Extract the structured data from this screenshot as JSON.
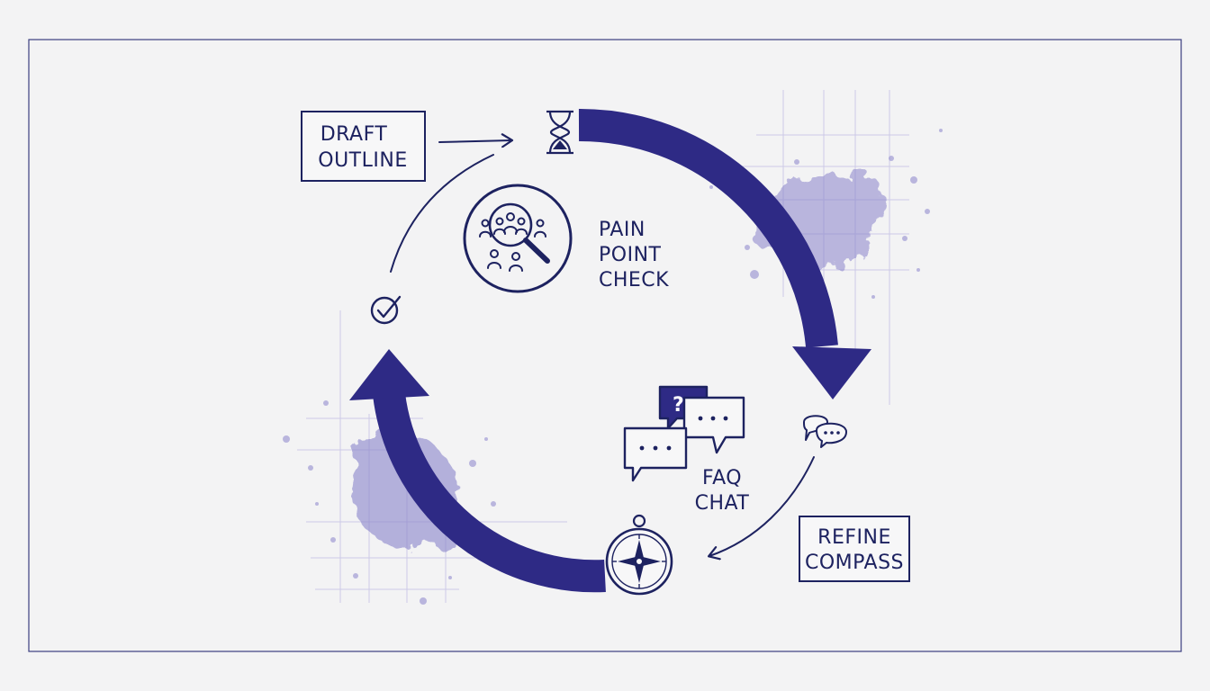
{
  "colors": {
    "background": "#f3f3f4",
    "ink": "#1d2260",
    "arrow": "#2e2a85",
    "splash": "#8a84cc",
    "grid": "#b9b6e0"
  },
  "nodes": {
    "draft_outline": {
      "line1": "DRAFT",
      "line2": "OUTLINE"
    },
    "pain_point_check": {
      "line1": "PAIN",
      "line2": "POINT",
      "line3": "CHECK"
    },
    "faq_chat": {
      "line1": "FAQ",
      "line2": "CHAT"
    },
    "refine_compass": {
      "line1": "REFINE",
      "line2": "COMPASS"
    }
  },
  "icons": {
    "hourglass": "hourglass-icon",
    "checkmark": "checkmark-circle-icon",
    "audience_search": "audience-search-icon",
    "question_chat": "question-chat-bubbles-icon",
    "chat_small": "chat-bubbles-icon",
    "compass": "compass-icon"
  }
}
